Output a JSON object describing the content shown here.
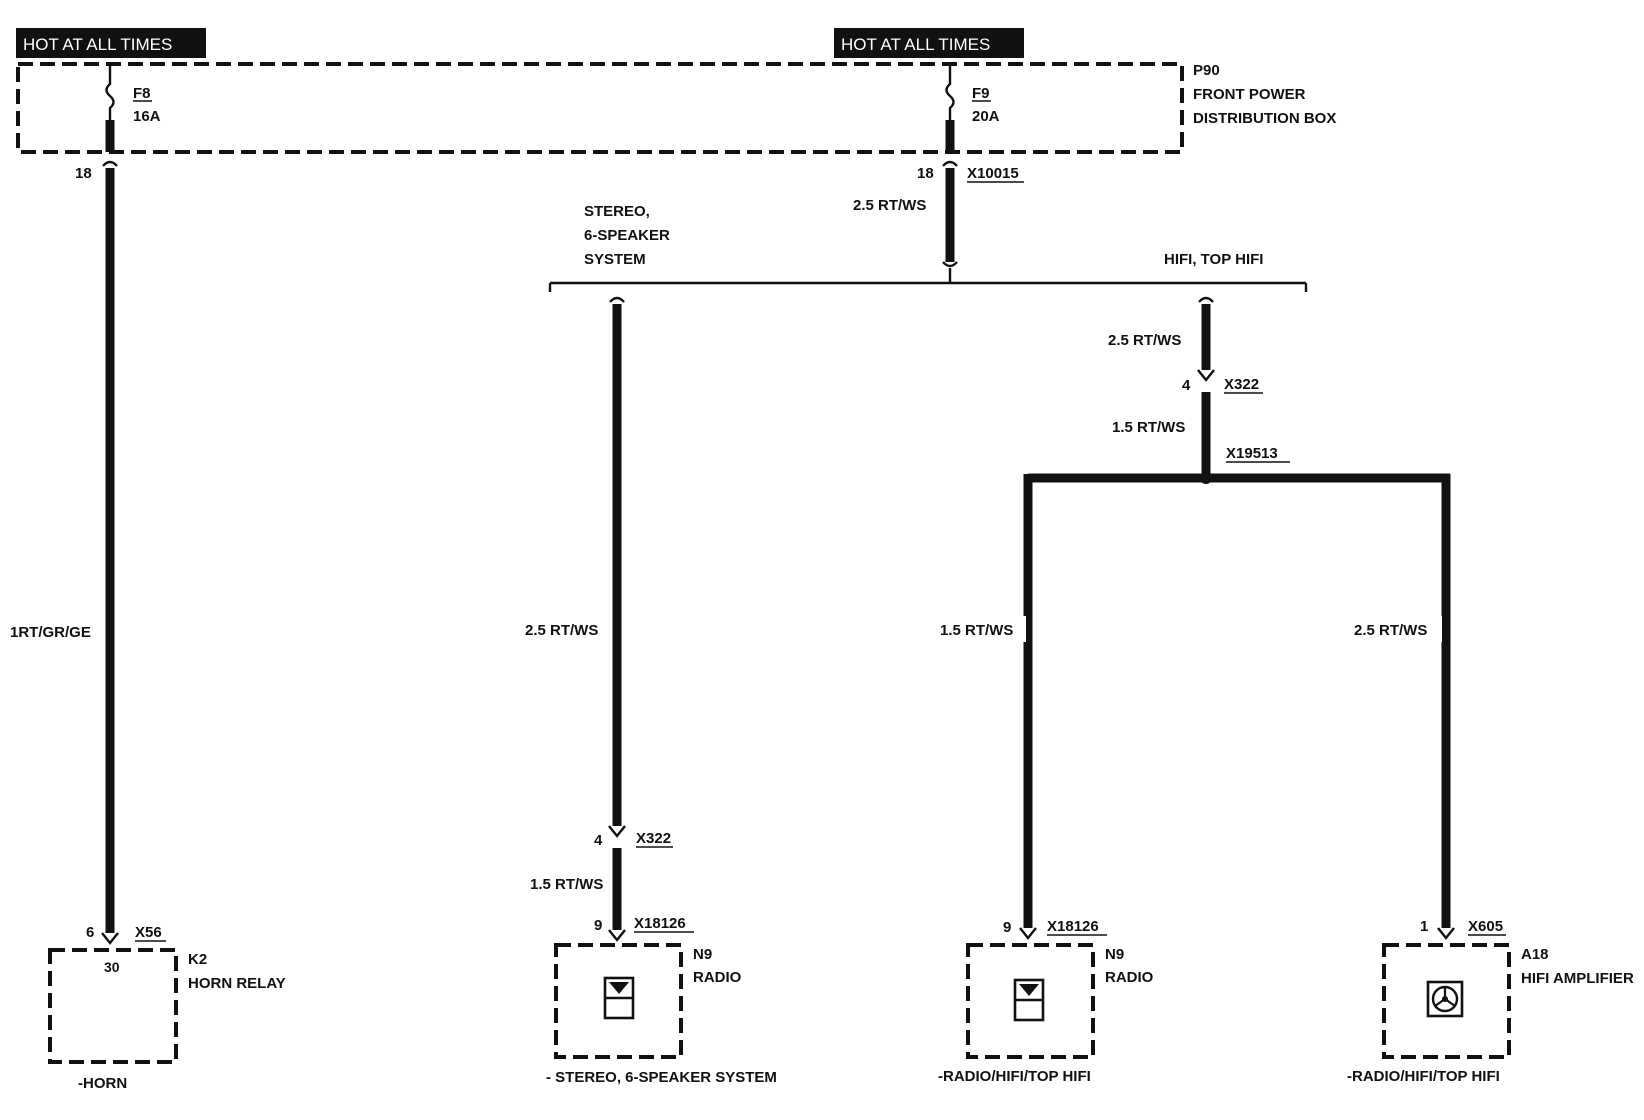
{
  "hot_label": "HOT AT ALL TIMES",
  "power_box": {
    "id": "P90",
    "line1": "FRONT POWER",
    "line2": "DISTRIBUTION BOX"
  },
  "fuses": [
    {
      "name": "F8",
      "rating": "16A"
    },
    {
      "name": "F9",
      "rating": "20A"
    }
  ],
  "horn_branch": {
    "pin_top": "18",
    "wire": "1RT/GR/GE",
    "conn_pin": "6",
    "conn": "X56",
    "box_pin": "30",
    "comp_id": "K2",
    "comp_name": "HORN RELAY",
    "bottom_label": "-HORN"
  },
  "main_feed": {
    "pin": "18",
    "conn": "X10015",
    "wire": "2.5 RT/WS"
  },
  "bus_labels": {
    "left_line1": "STEREO,",
    "left_line2": "6-SPEAKER",
    "left_line3": "SYSTEM",
    "right": "HIFI, TOP HIFI"
  },
  "stereo_branch": {
    "wire_upper": "2.5 RT/WS",
    "conn1_pin": "4",
    "conn1": "X322",
    "wire_lower": "1.5 RT/WS",
    "conn2_pin": "9",
    "conn2": "X18126",
    "comp_id": "N9",
    "comp_name": "RADIO",
    "bottom_label": "- STEREO, 6-SPEAKER SYSTEM"
  },
  "hifi_trunk": {
    "wire_upper": "2.5 RT/WS",
    "conn_pin": "4",
    "conn": "X322",
    "wire_lower": "1.5 RT/WS",
    "splice": "X19513"
  },
  "hifi_radio_branch": {
    "wire": "1.5 RT/WS",
    "conn_pin": "9",
    "conn": "X18126",
    "comp_id": "N9",
    "comp_name": "RADIO",
    "bottom_label": "-RADIO/HIFI/TOP HIFI"
  },
  "hifi_amp_branch": {
    "wire": "2.5 RT/WS",
    "conn_pin": "1",
    "conn": "X605",
    "comp_id": "A18",
    "comp_name": "HIFI AMPLIFIER",
    "bottom_label": "-RADIO/HIFI/TOP HIFI"
  }
}
